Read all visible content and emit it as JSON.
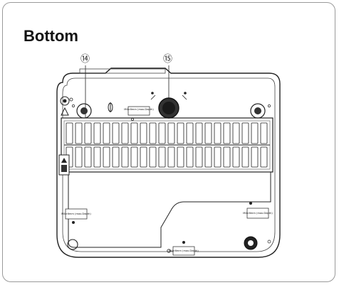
{
  "figure": {
    "title": "Bottom",
    "callouts": [
      {
        "id": "14",
        "label": "⑭"
      },
      {
        "id": "15",
        "label": "⑮"
      }
    ],
    "screw_labels": [
      "M4×6mm (max.Depth)",
      "M4×6mm (max.Depth)",
      "M4×6mm (max.Depth)",
      "M4×6mm (max.Depth)"
    ]
  }
}
